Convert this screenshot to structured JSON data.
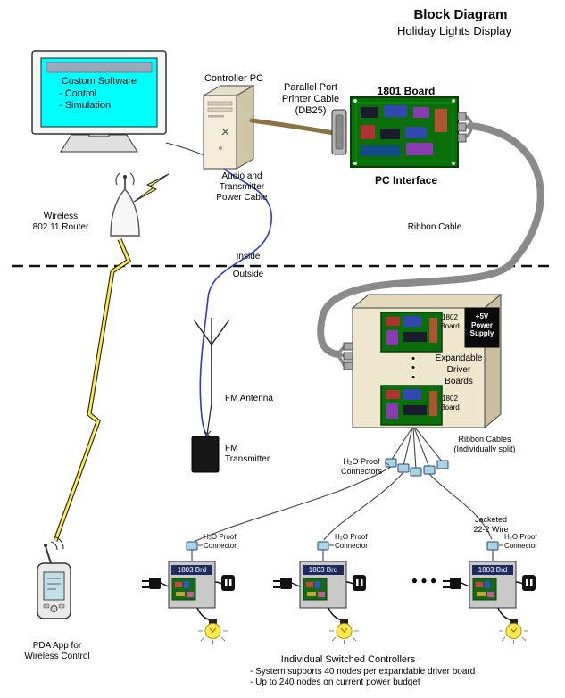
{
  "header": {
    "title": "Block Diagram",
    "subtitle": "Holiday Lights Display"
  },
  "monitor": {
    "software_title": "Custom Software",
    "software_items": "- Control\n- Simulation"
  },
  "pc": {
    "label": "Controller PC"
  },
  "cables": {
    "parallel": "Parallel Port\nPrinter Cable\n(DB25)",
    "audio": "Audio and\nTransmitter\nPower Cable",
    "ribbon": "Ribbon Cable",
    "ribbon_split": "Ribbon Cables\n(Individually split)",
    "jacketed": "Jacketed\n22-2 Wire"
  },
  "boards": {
    "b1801": "1801 Board",
    "pc_interface": "PC Interface",
    "b1802_top": "1802\nBoard",
    "b1802_bottom": "1802\nBoard",
    "expandable": "Expandable\nDriver\nBoards",
    "power_supply": "+5V\nPower\nSupply",
    "stack_dots": "•\n•\n•"
  },
  "zones": {
    "inside": "Inside",
    "outside": "Outside"
  },
  "wireless": {
    "router": "Wireless\n802.11 Router",
    "pda": "PDA App for\nWireless Control"
  },
  "fm": {
    "antenna": "FM Antenna",
    "transmitter": "FM\nTransmitter"
  },
  "h2o": {
    "connectors": "H₂O Proof\nConnectors"
  },
  "controllers": [
    {
      "connector": "H₂O Proof\nConnector",
      "board": "1803 Brd"
    },
    {
      "connector": "H₂O Proof\nConnector",
      "board": "1803 Brd"
    },
    {
      "connector": "H₂O Proof\nConnector",
      "board": "1803 Brd"
    }
  ],
  "ellipsis": "●  ●  ●",
  "footer": {
    "title": "Individual Switched Controllers",
    "notes": "- System supports 40 nodes per expandable driver board\n- Up to 240 nodes on current power budget"
  },
  "colors": {
    "screen_cyan": "#00ffff",
    "pcb_green": "#0a6e0a",
    "cable_brown": "#8a7340",
    "ribbon_gray": "#8a8a8a",
    "lightning_yellow": "#ffe94d",
    "audio_cable_blue": "#2a3bc8",
    "box_beige": "#eee7cd",
    "connector_blue": "#a8d4ea",
    "controller_gray": "#c9c9c9",
    "bulb_yellow": "#ffe94d",
    "power_supply_bg": "#0a0a0a"
  }
}
